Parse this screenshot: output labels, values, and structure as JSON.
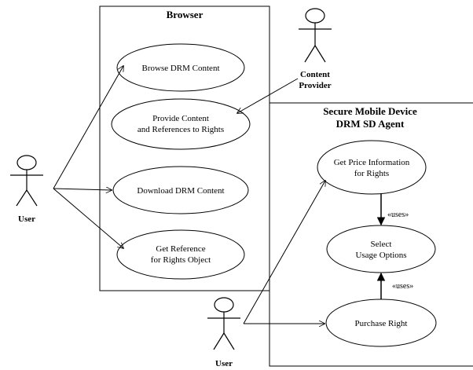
{
  "browser_boundary": {
    "title": "Browser"
  },
  "device_boundary": {
    "title_line1": "Secure Mobile Device",
    "title_line2": "DRM SD Agent"
  },
  "actors": {
    "user_left": {
      "label": "User"
    },
    "user_bottom": {
      "label": "User"
    },
    "content_provider": {
      "label_line1": "Content",
      "label_line2": "Provider"
    }
  },
  "use_cases": {
    "browse": {
      "line1": "Browse DRM Content"
    },
    "provide": {
      "line1": "Provide Content",
      "line2": "and References to Rights"
    },
    "download": {
      "line1": "Download DRM Content"
    },
    "get_reference": {
      "line1": "Get Reference",
      "line2": "for Rights Object"
    },
    "get_price": {
      "line1": "Get Price Information",
      "line2": "for Rights"
    },
    "select_usage": {
      "line1": "Select",
      "line2": "Usage Options"
    },
    "purchase": {
      "line1": "Purchase Right"
    }
  },
  "relations": {
    "uses_1": "«uses»",
    "uses_2": "«uses»"
  }
}
